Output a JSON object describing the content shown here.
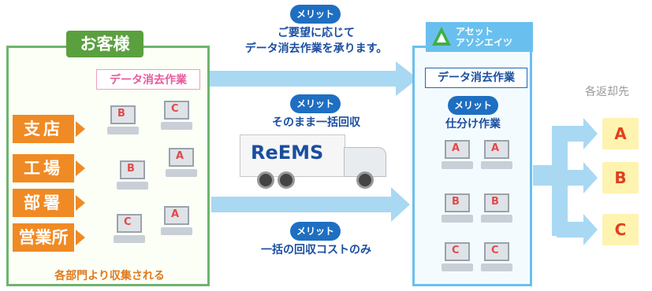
{
  "customer": {
    "title": "お客様",
    "departments": [
      "支店",
      "工場",
      "部署",
      "営業所"
    ],
    "footer": "各部門より収集される",
    "erase_label": "データ消去作業"
  },
  "merits": [
    {
      "badge": "メリット",
      "text1": "ご要望に応じて",
      "text2": "データ消去作業を承ります。"
    },
    {
      "badge": "メリット",
      "text1": "そのまま一括回収",
      "text2": ""
    },
    {
      "badge": "メリット",
      "text1": "一括の回収コストのみ",
      "text2": ""
    }
  ],
  "truck": {
    "logo": "ReEMS"
  },
  "asset": {
    "title_line1": "アセット",
    "title_line2": "アソシエイツ",
    "erase_label": "データ消去作業",
    "merit_badge": "メリット",
    "sort_text": "仕分け作業"
  },
  "return": {
    "label": "各返却先",
    "destinations": [
      "A",
      "B",
      "C"
    ]
  },
  "customer_pcs": [
    "B",
    "C",
    "B",
    "A",
    "C",
    "A"
  ],
  "asset_pcs": [
    "A",
    "A",
    "B",
    "B",
    "C",
    "C"
  ],
  "colors": {
    "customer_green": "#5aa03f",
    "orange": "#f08a24",
    "blue": "#1e6fc2",
    "light_blue": "#69c0ee",
    "pink": "#e95a9d"
  }
}
